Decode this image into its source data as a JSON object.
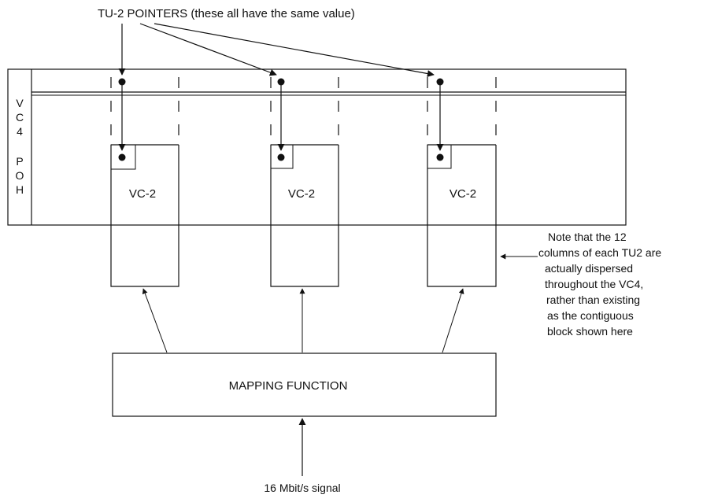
{
  "title": "TU-2 POINTERS  (these all have the same value)",
  "poh_label": [
    "V",
    "C",
    "4",
    "P",
    "O",
    "H"
  ],
  "vc2_labels": [
    "VC-2",
    "VC-2",
    "VC-2"
  ],
  "mapping_label": "MAPPING FUNCTION",
  "signal_label": "16 Mbit/s signal",
  "note_lines": [
    "Note that the 12",
    "columns of each TU2 are",
    "actually dispersed",
    "throughout the VC4,",
    "rather than existing",
    "as the contiguous",
    "block shown here"
  ]
}
